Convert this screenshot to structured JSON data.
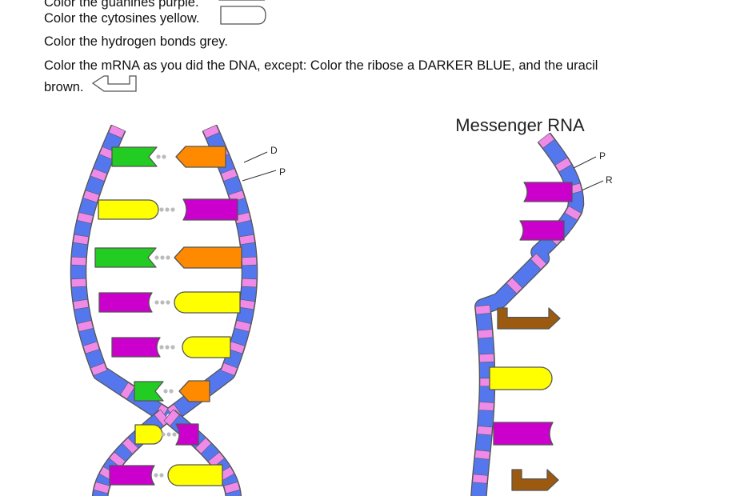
{
  "instructions": [
    "Color the guanines purple.",
    "Color the cytosines yellow.",
    "Color the hydrogen bonds grey.",
    "Color the mRNA as you did the DNA, except:  Color the ribose a DARKER BLUE, and the uracil",
    "brown."
  ],
  "diagram": {
    "mrna_title": "Messenger RNA",
    "dna_labels": {
      "deoxyribose": "D",
      "phosphate": "P"
    },
    "rna_labels": {
      "phosphate": "P",
      "ribose": "R"
    }
  },
  "colors": {
    "backbone": "#5577ee",
    "phosphate": "#f08ae8",
    "adenine": "#ff8a00",
    "thymine": "#22cc22",
    "guanine": "#cc00cc",
    "cytosine": "#ffff00",
    "uracil": "#9c5a10",
    "hydrogen_bond": "#bbbbbb",
    "outline": "#555555"
  }
}
